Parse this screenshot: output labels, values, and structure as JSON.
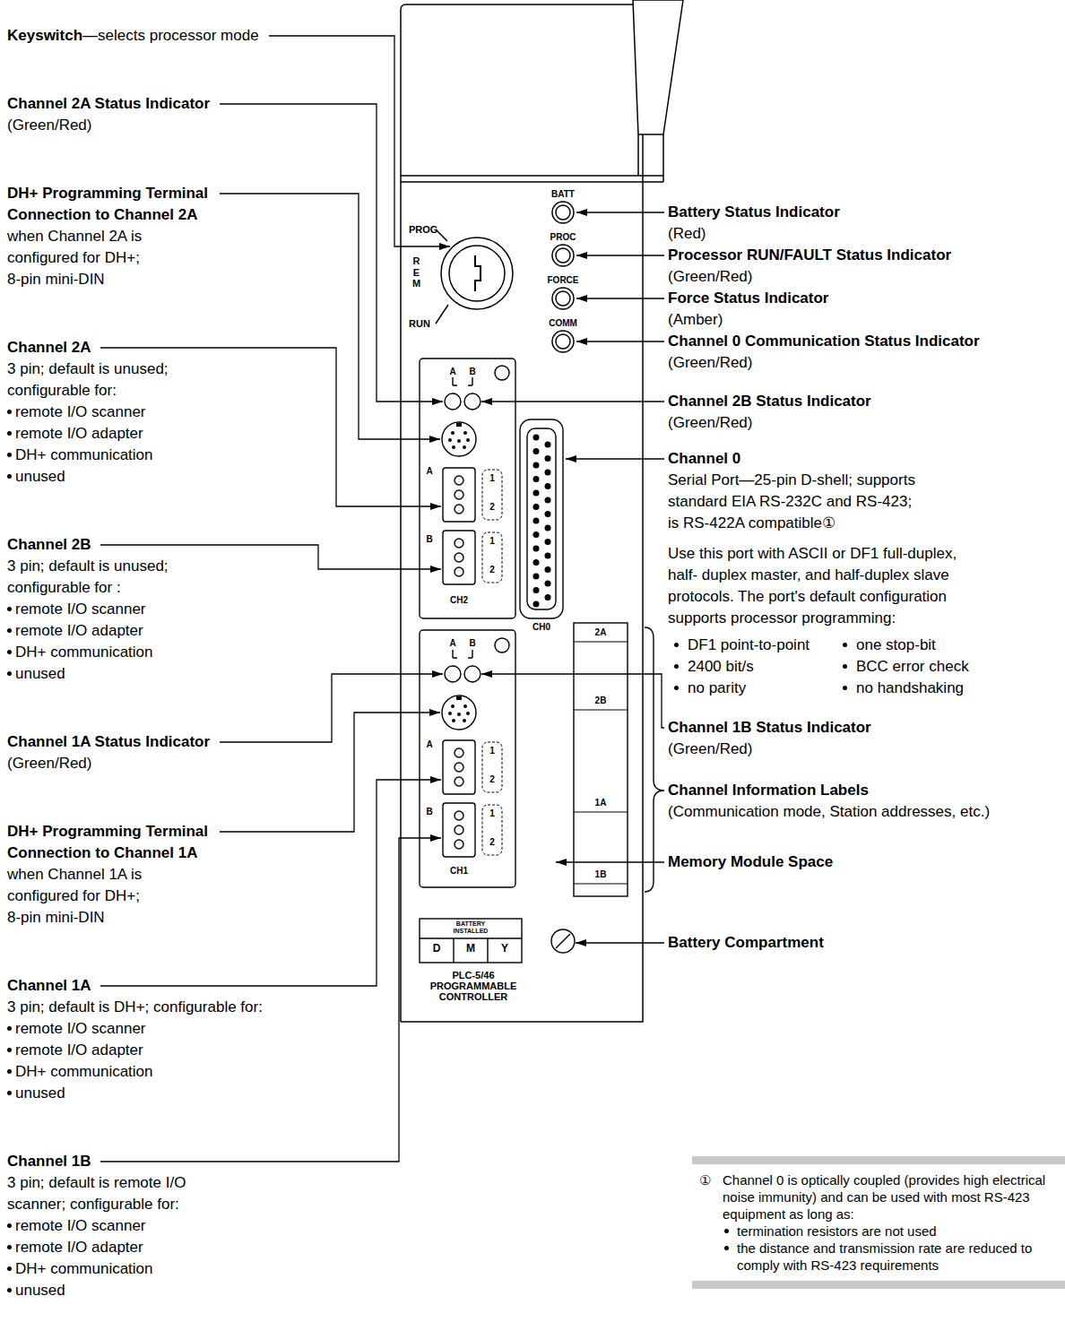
{
  "diagram": {
    "nodes": [
      {
        "text": [
          "①",
          "Channel 0 is optically coupled (provides high electrical noise immunity) and can be used with most RS-423 equipment as long as:",
          "termination resistors are not used",
          "the distance and transmission rate are reduced to comply with RS-423 requirements"
        ]
      }
    ],
    "labels": [
      "Keyswitch",
      "—selects processor mode",
      "Channel 2A Status Indicator",
      "(Green/Red)",
      "DH+ Programming Terminal Connection to Channel 2A",
      "when Channel 2A is configured for DH+;",
      "8-pin mini-DIN",
      "Channel 2A",
      "3 pin; default is unused; configurable for:",
      "remote I/O scanner",
      "remote I/O adapter",
      "DH+ communication",
      "unused",
      "Channel 2B",
      "3 pin; default is unused; configurable for :",
      "remote I/O scanner",
      "remote I/O adapter",
      "DH+ communication",
      "unused",
      "Channel 1A Status Indicator",
      "(Green/Red)",
      "DH+ Programming Terminal Connection to Channel 1A",
      "when Channel 1A is configured for DH+;",
      "8-pin mini-DIN",
      "Channel 1A",
      "3 pin; default is DH+; configurable for:",
      "remote I/O scanner",
      "remote I/O adapter",
      "DH+ communication",
      "unused",
      "Channel 1B",
      "3 pin; default is remote I/O scanner; configurable for:",
      "remote I/O scanner",
      "remote I/O adapter",
      "DH+ communication",
      "unused",
      "Battery Status Indicator",
      "(Red)",
      "Processor RUN/FAULT Status Indicator",
      "(Green/Red)",
      "Force Status Indicator",
      "(Amber)",
      "Channel 0 Communication Status Indicator",
      "(Green/Red)",
      "Channel 2B Status Indicator",
      "(Green/Red)",
      "Channel 0",
      "Serial Port—25-pin D-shell; supports",
      "standard EIA RS-232C and RS-423;",
      "is RS-422A compatible①",
      "Use this port with ASCII or DF1 full-duplex,",
      "half- duplex master, and half-duplex slave",
      "protocols. The port's default configuration",
      "supports processor programming:",
      "DF1 point-to-point",
      "one stop-bit",
      "2400 bit/s",
      "BCC error check",
      "no parity",
      "no handshaking",
      "Channel 1B Status Indicator",
      "(Green/Red)",
      "Channel Information Labels",
      "(Communication mode, Station addresses, etc.)",
      "Memory Module Space",
      "Battery Compartment",
      "PROG",
      "REM",
      "RUN",
      "BATT",
      "PROC",
      "FORCE",
      "COMM",
      "A",
      "B",
      "A",
      "1",
      "2",
      "B",
      "1",
      "2",
      "CH2",
      "CH0",
      "2A",
      "2B",
      "1A",
      "1B",
      "A",
      "B",
      "A",
      "1",
      "2",
      "B",
      "1",
      "2",
      "CH1",
      "BATTERY INSTALLED",
      "D",
      "M",
      "Y",
      "PLC-5/46 PROGRAMMABLE CONTROLLER"
    ]
  }
}
